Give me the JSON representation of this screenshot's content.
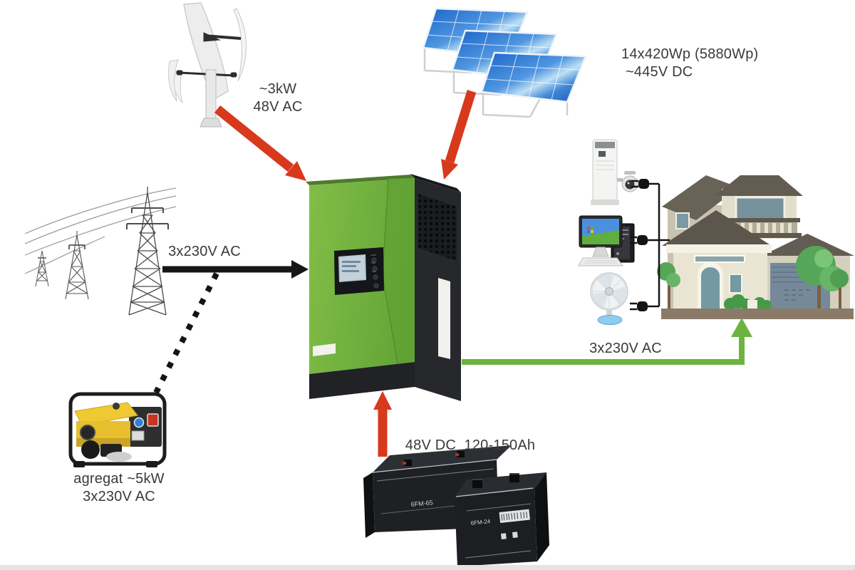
{
  "labels": {
    "wind": {
      "line1": "~3kW",
      "line2": "48V AC"
    },
    "solar": {
      "line1": "14x420Wp (5880Wp)",
      "line2": "~445V DC"
    },
    "grid": "3x230V AC",
    "generator": {
      "line1": "agregat ~5kW",
      "line2": "3x230V AC"
    },
    "battery_bank": "48V DC  120-150Ah",
    "inverter_output": "3x230V AC",
    "battery_large_model": "6FM-65",
    "battery_small_model": "6FM-24"
  },
  "colors": {
    "arrow_red": "#d8391d",
    "arrow_black": "#161616",
    "arrow_green": "#6cb33f",
    "inverter_green": "#6fae3e",
    "battery_black": "#1e2023",
    "house_roof": "#645d53",
    "house_wall": "#e9e4d2",
    "ground": "#8a7a68"
  }
}
